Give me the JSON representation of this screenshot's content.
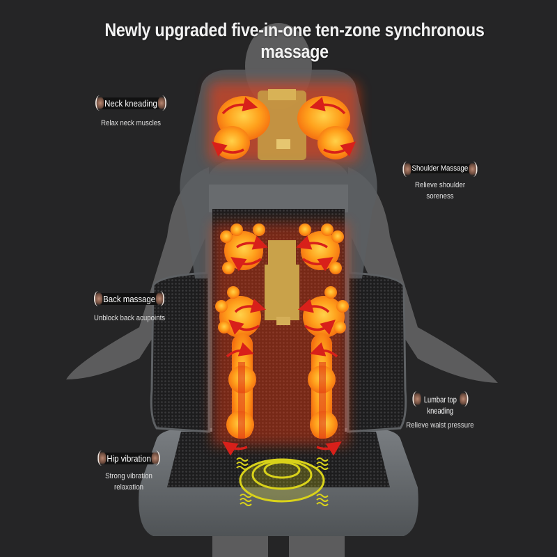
{
  "header": {
    "title": "Newly upgraded five-in-one ten-zone synchronous massage"
  },
  "features": [
    {
      "id": "neck",
      "title": "Neck kneading",
      "description": "Relax neck muscles"
    },
    {
      "id": "shoulder",
      "title": "Shoulder Massage",
      "description_lines": [
        "Relieve shoulder",
        "soreness"
      ]
    },
    {
      "id": "back",
      "title": "Back massage",
      "description": "Unblock back acupoints"
    },
    {
      "id": "lumbar",
      "title_lines": [
        "Lumbar top",
        "kneading"
      ],
      "description": "Relieve waist pressure"
    },
    {
      "id": "hip",
      "title": "Hip vibration",
      "description_lines": [
        "Strong vibration",
        "relaxation"
      ]
    }
  ],
  "colors": {
    "background": "#252526",
    "heat_orange": "#ff9a1a",
    "heat_glow": "#ff3a10",
    "arrow_red": "#d8201a",
    "vibration_yellow": "#d9d21a",
    "seat_gray": "#6c7073",
    "mesh_dark": "#1a1a1a"
  }
}
